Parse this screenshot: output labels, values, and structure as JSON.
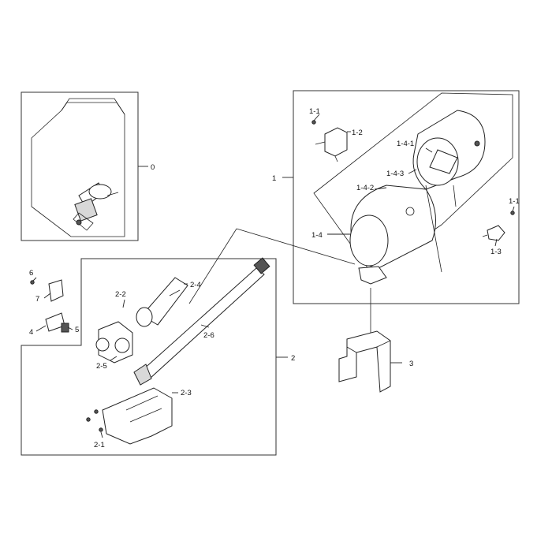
{
  "callouts": {
    "c0": "0",
    "c1": "1",
    "c1_1a": "1-1",
    "c1_2": "1-2",
    "c1_4_1": "1-4-1",
    "c1_4_3": "1-4-3",
    "c1_4_2": "1-4-2",
    "c1_1b": "1-1",
    "c1_4": "1-4",
    "c1_3": "1-3",
    "c6": "6",
    "c7": "7",
    "c4": "4",
    "c5": "5",
    "c2_2": "2-2",
    "c2_4": "2-4",
    "c2_6": "2-6",
    "c2_5": "2-5",
    "c2": "2",
    "c3": "3",
    "c2_3": "2-3",
    "c2_1": "2-1"
  }
}
